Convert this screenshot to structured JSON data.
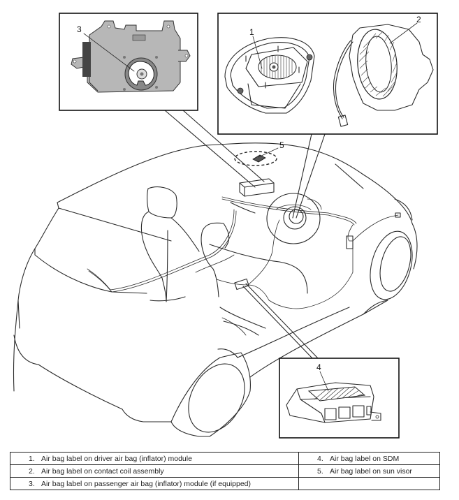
{
  "diagram": {
    "title": "Air bag label locations",
    "callouts": [
      {
        "id": "1",
        "label": "1",
        "target": "driver air bag (inflator) module"
      },
      {
        "id": "2",
        "label": "2",
        "target": "contact coil assembly"
      },
      {
        "id": "3",
        "label": "3",
        "target": "passenger air bag (inflator) module"
      },
      {
        "id": "4",
        "label": "4",
        "target": "SDM"
      },
      {
        "id": "5",
        "label": "5",
        "target": "sun visor"
      }
    ]
  },
  "legend": {
    "rows": [
      [
        {
          "num": "1.",
          "text": "Air bag label on driver air bag (inflator) module"
        },
        {
          "num": "4.",
          "text": "Air bag label on SDM"
        }
      ],
      [
        {
          "num": "2.",
          "text": "Air bag label on contact coil assembly"
        },
        {
          "num": "5.",
          "text": "Air bag label on sun visor"
        }
      ],
      [
        {
          "num": "3.",
          "text": "Air bag label on passenger air bag (inflator) module (if equipped)"
        },
        {
          "num": "",
          "text": ""
        }
      ]
    ]
  }
}
